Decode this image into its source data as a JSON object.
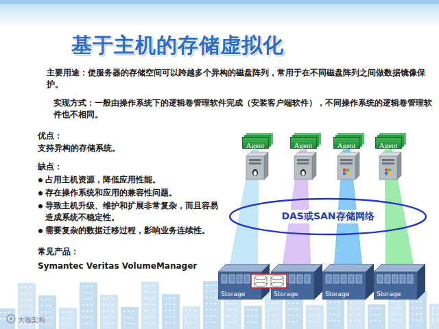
{
  "diagram": {
    "title": "基于主机的存储虚拟化",
    "nodes": [
      {
        "text": [
          "Agent"
        ]
      },
      {
        "text": [
          "Agent"
        ]
      },
      {
        "text": [
          "Agent"
        ]
      },
      {
        "text": [
          "Agent"
        ]
      },
      {
        "text": [
          "DAS或SAN存储网络"
        ]
      },
      {
        "text": [
          "Storage"
        ]
      },
      {
        "text": [
          "Storage"
        ]
      },
      {
        "text": [
          "Storage"
        ]
      },
      {
        "text": [
          "Storage"
        ]
      }
    ],
    "edges": [
      {
        "from": 0,
        "to": 5,
        "arrow": "none"
      },
      {
        "from": 1,
        "to": 6,
        "arrow": "none"
      },
      {
        "from": 2,
        "to": 7,
        "arrow": "none"
      },
      {
        "from": 3,
        "to": 8,
        "arrow": "none"
      }
    ],
    "labels": [
      "主要用途：使服务器的存储空间可以跨越多个异构的磁盘阵列，常用于在不同磁盘阵列之间做数据镜像保护。",
      "实现方式：一般由操作系统下的逻辑卷管理软件完成（安装客户端软件），不同操作系统的逻辑卷管理软件也不相同。",
      "优点：",
      "支持异构的存储系统。",
      "缺点：",
      "占用主机资源，降低应用性能。",
      "存在操作系统和应用的兼容性问题。",
      "导致主机升级、维护和扩展非常复杂，而且容易造成系统不稳定性。",
      "需要复杂的数据迁移过程，影响业务连续性。",
      "常见产品：",
      "Symantec Veritas VolumeManager",
      "大咖架构"
    ]
  }
}
